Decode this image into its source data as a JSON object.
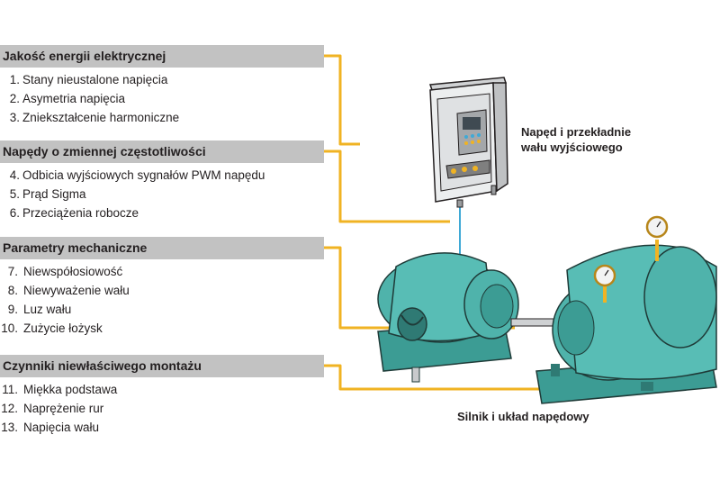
{
  "sections": [
    {
      "title": "Jakość energii elektrycznej",
      "items": [
        {
          "num": "1.",
          "text": "Stany nieustalone napięcia"
        },
        {
          "num": "2.",
          "text": "Asymetria napięcia"
        },
        {
          "num": "3.",
          "text": "Zniekształcenie harmoniczne"
        }
      ]
    },
    {
      "title": "Napędy o zmiennej częstotliwości",
      "items": [
        {
          "num": "4.",
          "text": "Odbicia wyjściowych sygnałów PWM napędu"
        },
        {
          "num": "5.",
          "text": "Prąd Sigma"
        },
        {
          "num": "6.",
          "text": "Przeciążenia robocze"
        }
      ]
    },
    {
      "title": "Parametry mechaniczne",
      "items": [
        {
          "num": "7.",
          "text": "Niewspółosiowość"
        },
        {
          "num": "8.",
          "text": "Niewyważenie wału"
        },
        {
          "num": "9.",
          "text": "Luz wału"
        },
        {
          "num": "10.",
          "text": "Zużycie łożysk"
        }
      ]
    },
    {
      "title": "Czynniki niewłaściwego montażu",
      "items": [
        {
          "num": "11.",
          "text": "Miękka podstawa"
        },
        {
          "num": "12.",
          "text": "Naprężenie rur"
        },
        {
          "num": "13.",
          "text": "Napięcia wału"
        }
      ]
    }
  ],
  "labels": {
    "drive": "Napęd i przekładnie wału wyjściowego",
    "drive_line1": "Napęd i przekładnie",
    "drive_line2": "wału wyjściowego",
    "motor": "Silnik i układ napędowy"
  },
  "colors": {
    "header_bg": "#c2c2c2",
    "connector": "#f0b323",
    "cable": "#3fa9d6",
    "motor": "#4fb3ab",
    "cabinet": "#e9eaeb"
  }
}
